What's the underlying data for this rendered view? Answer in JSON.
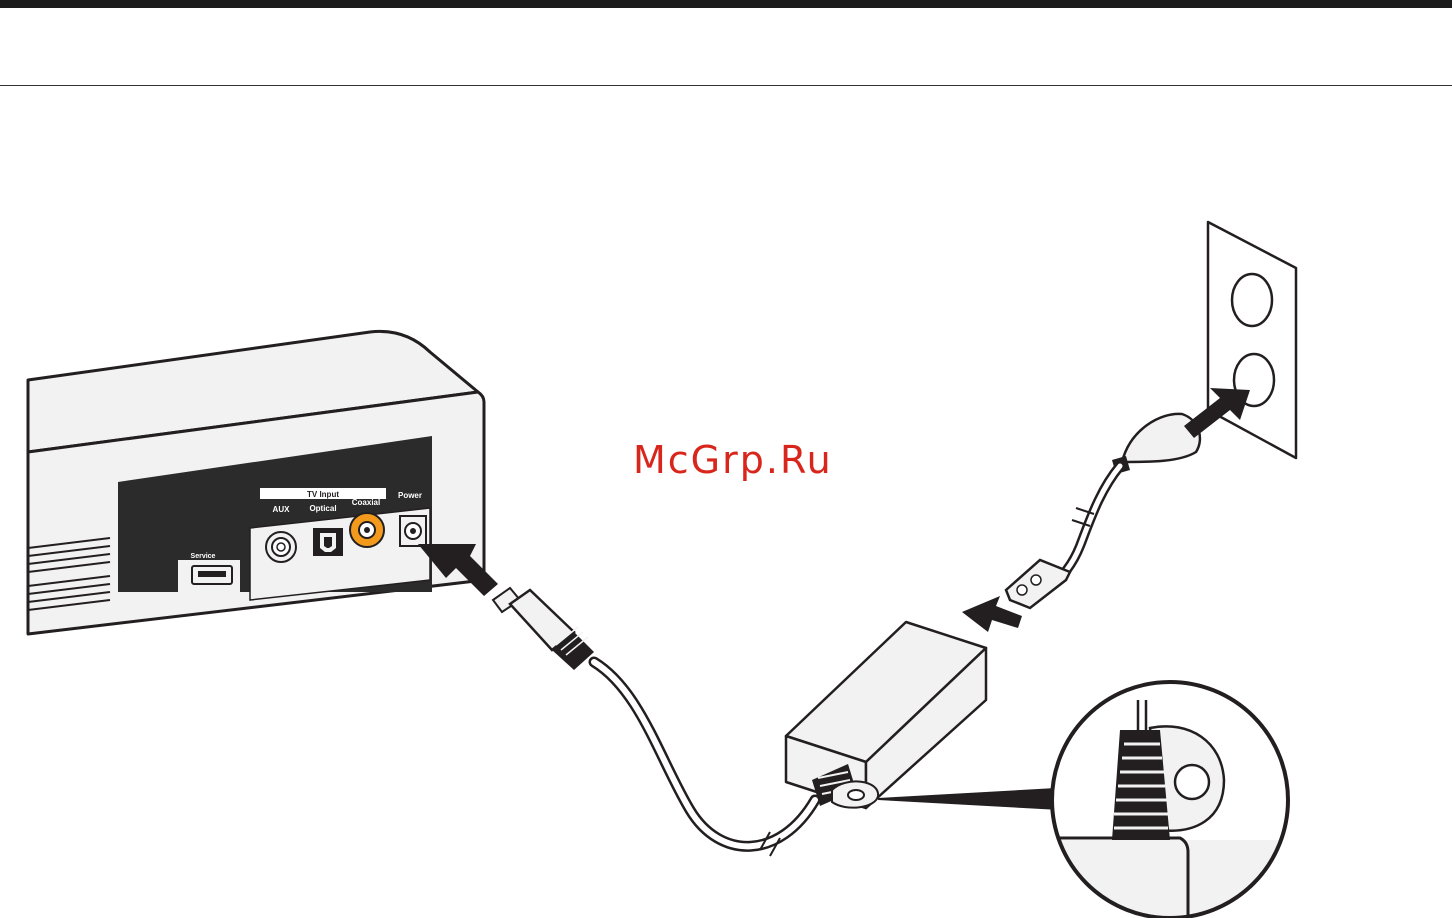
{
  "soundbar": {
    "service_label": "Service",
    "tv_input_label": "TV Input",
    "aux_label": "AUX",
    "optical_label": "Optical",
    "coaxial_label": "Coaxial",
    "power_label": "Power"
  },
  "watermark": {
    "text": "McGrp.Ru"
  },
  "colors": {
    "outline": "#231f20",
    "body": "#f2f2f2",
    "panel": "#2b2b2b",
    "coaxial": "#f39a1c",
    "watermark": "#d9261c"
  },
  "icons": [
    "arrow-icon",
    "wall-outlet-icon",
    "power-adapter-icon",
    "magnifier-detail-icon"
  ]
}
